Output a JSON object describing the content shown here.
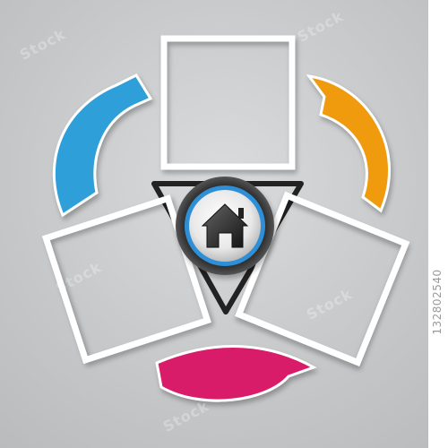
{
  "watermark": {
    "image_id": "132802540",
    "stock_brand": "Stock"
  },
  "colors": {
    "background": "#c8cacc",
    "frame": "#ffffff",
    "arrow_blue": "#2f9fd8",
    "arrow_orange": "#f09a10",
    "arrow_magenta": "#d81f6a",
    "hub_ring": "#2e8fd6",
    "hub_base": "#2a2a2a"
  },
  "icons": {
    "center": "home-icon"
  },
  "arrows": [
    {
      "name": "arrow-blue",
      "color_key": "arrow_blue"
    },
    {
      "name": "arrow-orange",
      "color_key": "arrow_orange"
    },
    {
      "name": "arrow-magenta",
      "color_key": "arrow_magenta"
    }
  ]
}
